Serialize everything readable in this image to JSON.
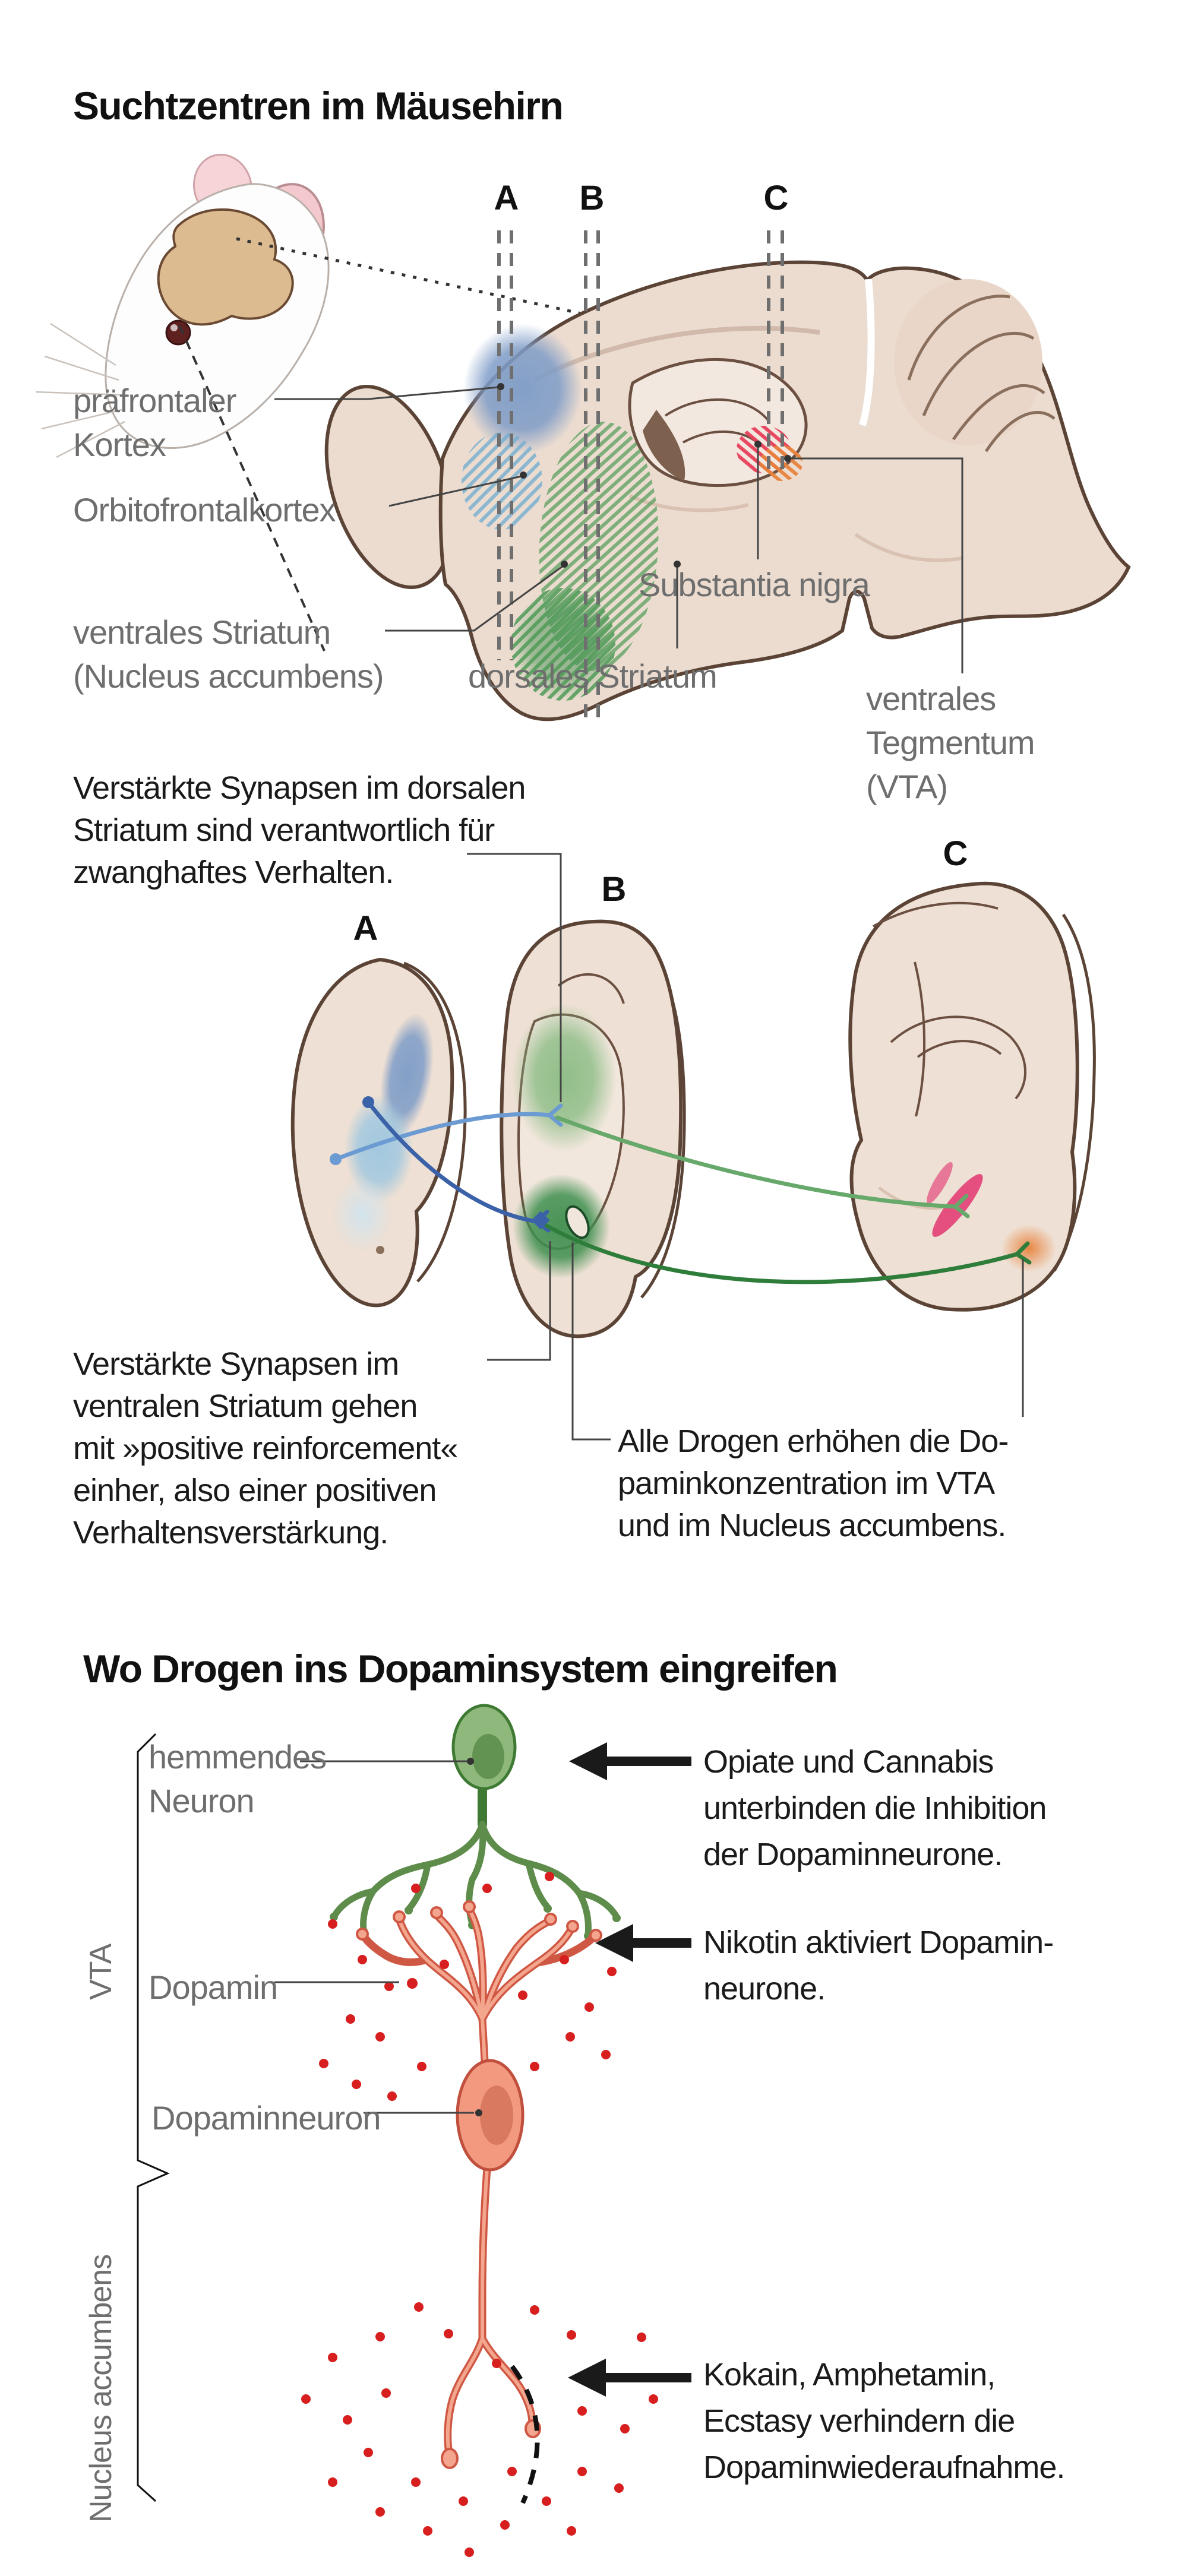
{
  "section1": {
    "title": "Suchtzentren im Mäusehirn",
    "section_labels": [
      "A",
      "B",
      "C"
    ],
    "labels": {
      "prefrontal": "präfrontaler\nKortex",
      "orbitofrontal": "Orbitofrontalkortex",
      "ventral_striatum": "ventrales Striatum\n(Nucleus accumbens)",
      "dorsal_striatum": "dorsales Striatum",
      "substantia_nigra": "Substantia nigra",
      "vta": "ventrales\nTegmentum\n(VTA)"
    }
  },
  "section2": {
    "slice_labels": [
      "A",
      "B",
      "C"
    ],
    "captions": {
      "dorsal": "Verstärkte Synapsen im dorsalen\nStriatum sind verantwortlich für\nzwanghaftes Verhalten.",
      "ventral": "Verstärkte Synapsen im\nventralen Striatum gehen\nmit »positive reinforcement«\neinher, also einer positiven\nVerhaltensverstärkung.",
      "alldrugs": "Alle Drogen erhöhen die Do-\npaminkonzentration im VTA\nund im Nucleus accumbens."
    }
  },
  "section3": {
    "title": "Wo Drogen ins Dopaminsystem eingreifen",
    "labels": {
      "inhibitory": "hemmendes\nNeuron",
      "dopamine": "Dopamin",
      "dopamine_neuron": "Dopaminneuron",
      "vta": "VTA",
      "nucleus_accumbens": "Nucleus accumbens"
    },
    "annotations": {
      "opiates": "Opiate und Cannabis\nunterbinden die Inhibition\nder Dopaminneurone.",
      "nicotine": "Nikotin aktiviert Dopamin-\nneurone.",
      "cocaine": "Kokain, Amphetamin,\nEcstasy verhindern die\nDopaminwiederaufnahme."
    }
  },
  "colors": {
    "accent_blue": "#7e9cc7",
    "accent_light_blue": "#9ec7e0",
    "accent_green": "#4f9b57",
    "accent_dark_green": "#2e7d3a",
    "accent_red": "#e8405a",
    "accent_orange": "#e8823c",
    "accent_pink": "#e23f76",
    "neuron_green": "#8fb97c",
    "neuron_salmon": "#f2997f",
    "dot_red": "#d81f1f",
    "label_gray": "#6e6e6e",
    "outline_brown": "#5b4436"
  }
}
